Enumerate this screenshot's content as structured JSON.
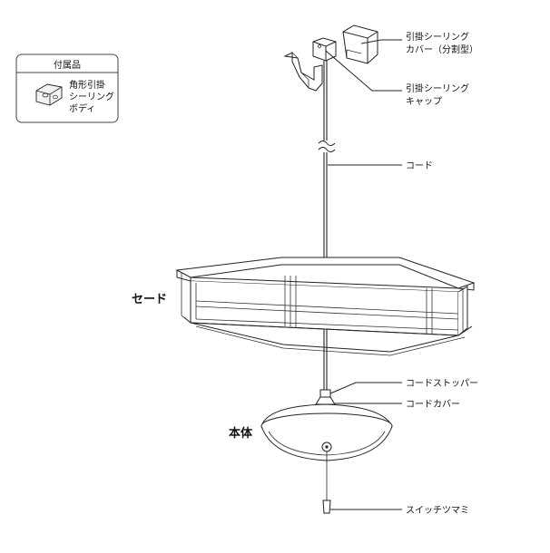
{
  "accessory": {
    "title": "付属品",
    "item_lines": [
      "角形引掛",
      "シーリング",
      "ボディ"
    ]
  },
  "labels": {
    "ceiling_cover_line1": "引掛シーリング",
    "ceiling_cover_line2": "カバー（分割型）",
    "ceiling_cap_line1": "引掛シーリング",
    "ceiling_cap_line2": "キャップ",
    "cord": "コード",
    "shade": "セード",
    "cord_stopper": "コードストッパー",
    "cord_cover": "コードカバー",
    "body": "本体",
    "switch_knob": "スイッチツマミ"
  }
}
